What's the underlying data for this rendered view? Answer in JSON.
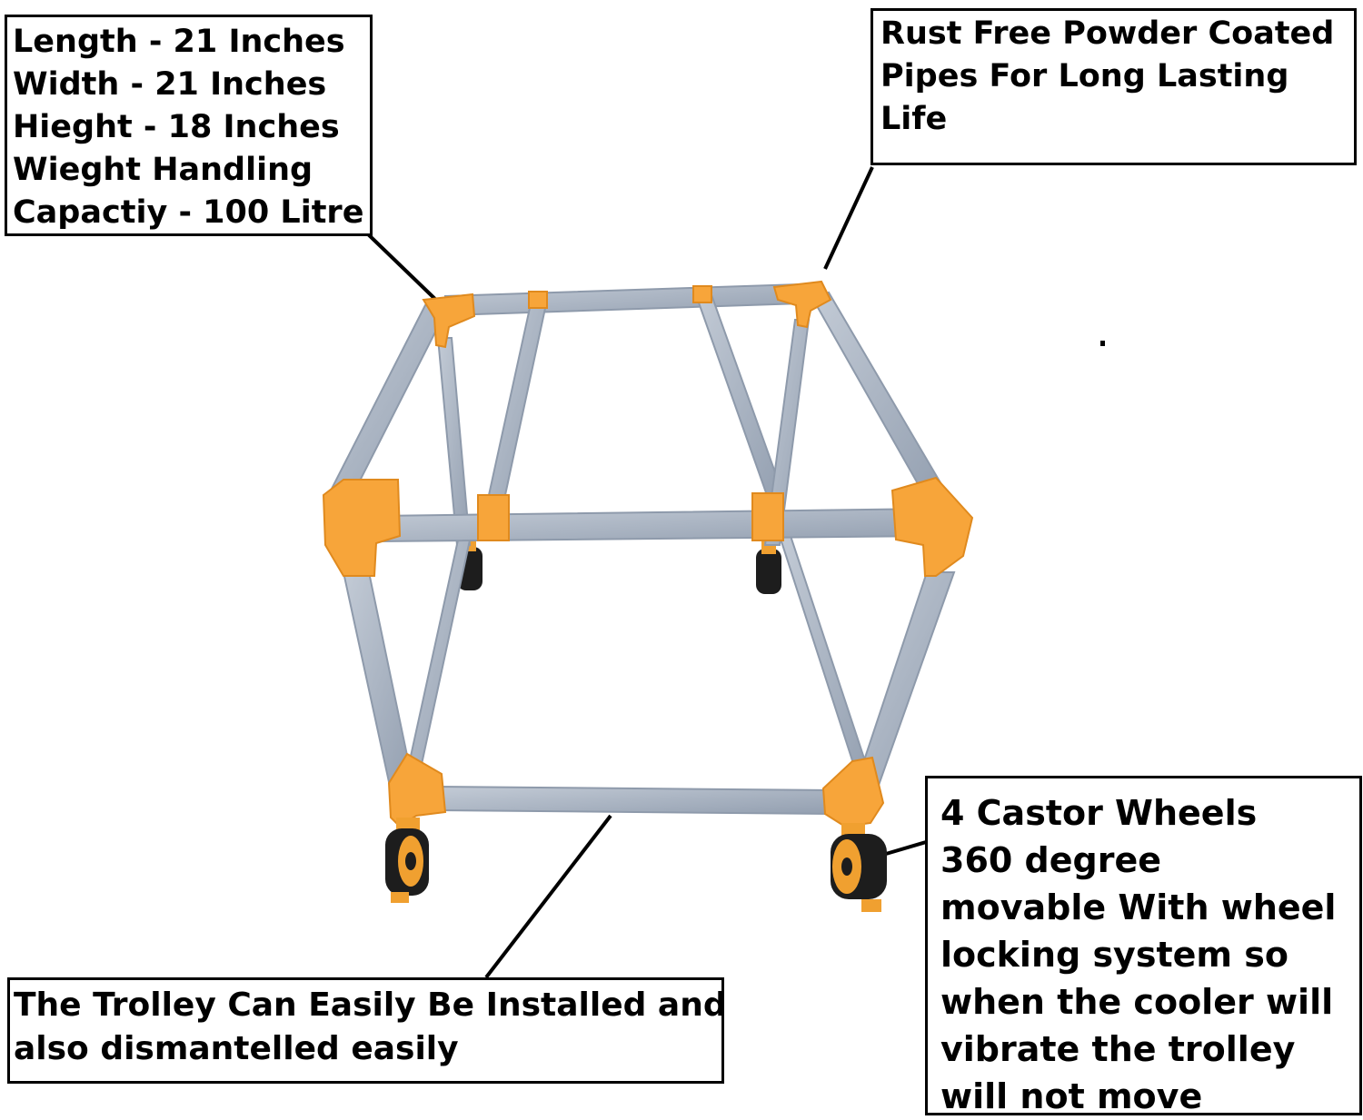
{
  "callouts": {
    "specs": {
      "lines": [
        "Length - 21 Inches",
        "Width - 21 Inches",
        "Hieght - 18 Inches",
        "Wieght Handling",
        "Capactiy - 100 Litre"
      ]
    },
    "pipes": {
      "lines": [
        "Rust Free Powder Coated",
        "Pipes For Long Lasting",
        "Life"
      ]
    },
    "install": {
      "lines": [
        "The Trolley Can Easily Be Installed and",
        "also dismantelled easily"
      ]
    },
    "wheels": {
      "lines": [
        "4 Castor Wheels",
        "360 degree",
        "movable With wheel",
        "locking system so",
        "when the cooler will",
        "vibrate the trolley",
        "will not move"
      ]
    }
  },
  "colors": {
    "pipe": "#a9b4c4",
    "pipe_shade": "#8e9aab",
    "connector": "#f7a53a",
    "connector_shade": "#e08a1e",
    "wheel": "#1d1d1d",
    "wheel_hub": "#f0a030",
    "outline": "#000000"
  }
}
